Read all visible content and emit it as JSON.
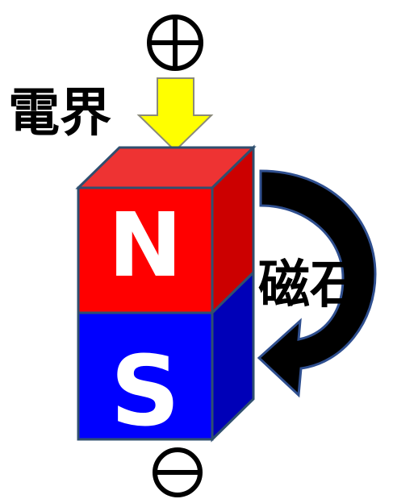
{
  "labels": {
    "electric_field": "電界",
    "magnet": "磁石",
    "north_pole": "N",
    "south_pole": "S"
  },
  "terminals": {
    "top": "positive",
    "bottom": "negative"
  },
  "icons": {
    "top_terminal": "plus-circle-icon",
    "bottom_terminal": "minus-circle-icon",
    "field_arrow": "down-arrow-icon",
    "rotation_arrow": "curved-arrow-icon"
  },
  "colors": {
    "north_front": "#ff0000",
    "north_top": "#ee3333",
    "north_side": "#cc0000",
    "south_front": "#0000ff",
    "south_side": "#0000b8",
    "edge": "#2f4f6f",
    "field_arrow_fill": "#ffff00",
    "field_arrow_stroke": "#8a8a7a",
    "rotation_arrow_fill": "#000000",
    "rotation_arrow_stroke": "#2f4f8f"
  }
}
